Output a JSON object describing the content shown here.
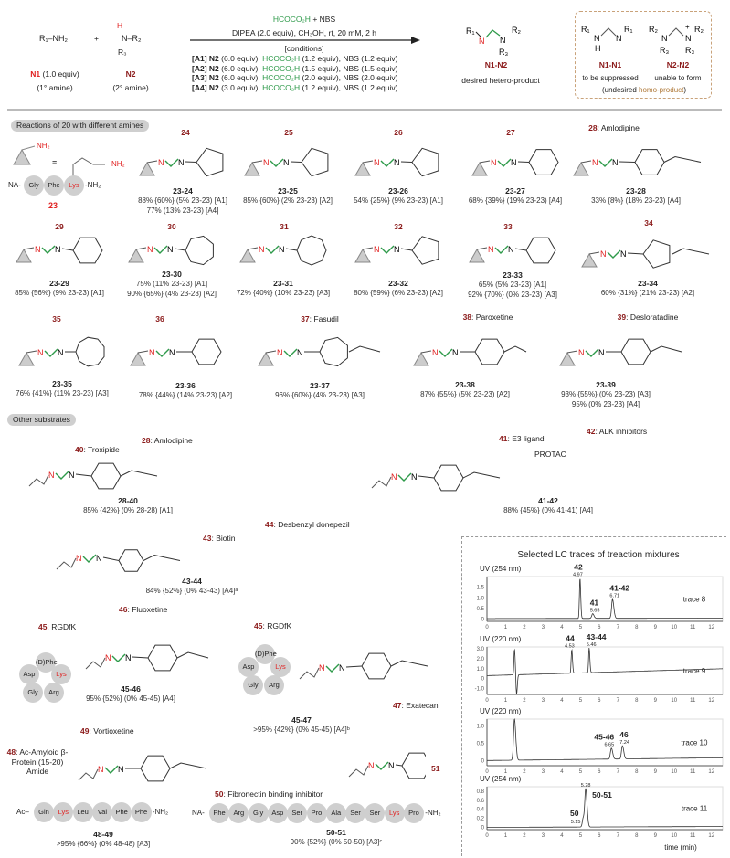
{
  "atoms": {
    "N": "N",
    "H": "H"
  },
  "header": {
    "n1": {
      "formula": "R₁–NH₂",
      "label": "N1",
      "equiv": "(1.0 equiv)",
      "type": "(1° amine)"
    },
    "plus": "+",
    "n2": {
      "h": "H",
      "formula": "N–R₂",
      "r3": "R₃",
      "label": "N2",
      "type": "(2° amine)"
    },
    "reagent_acid": "HCOCO₂H",
    "reagent_nbs": "+  NBS",
    "conditions_line": "DIPEA (2.0 equiv), CH₃OH, rt, 20 mM, 2 h",
    "conditions_title": "[conditions]",
    "conditions": [
      {
        "code": "[A1]",
        "n2": "N2",
        "n2_equiv": "(6.0 equiv),",
        "acid": "HCOCO₂H",
        "acid_equiv": "(1.2 equiv),",
        "nbs": "NBS (1.2 equiv)"
      },
      {
        "code": "[A2]",
        "n2": "N2",
        "n2_equiv": "(6.0 equiv),",
        "acid": "HCOCO₂H",
        "acid_equiv": "(1.5 equiv),",
        "nbs": "NBS (1.5 equiv)"
      },
      {
        "code": "[A3]",
        "n2": "N2",
        "n2_equiv": "(6.0 equiv),",
        "acid": "HCOCO₂H",
        "acid_equiv": "(2.0 equiv),",
        "nbs": "NBS (2.0 equiv)"
      },
      {
        "code": "[A4]",
        "n2": "N2",
        "n2_equiv": "(3.0 equiv),",
        "acid": "HCOCO₂H",
        "acid_equiv": "(1.2 equiv),",
        "nbs": "NBS (1.2 equiv)"
      }
    ],
    "product": {
      "r1": "R₁",
      "r2": "R₂",
      "r3": "R₃",
      "label": "N1-N2",
      "desc": "desired hetero-product"
    },
    "homo": {
      "n1n1_label": "N1-N1",
      "n1n1_desc": "to be suppressed",
      "n2n2_label": "N2-N2",
      "n2n2_desc": "unable to form",
      "note_open": "(undesired ",
      "note_homo": "homo-product",
      "note_close": ")",
      "plus_charge": "+"
    }
  },
  "section1": {
    "title": "Reactions of 20 with different amines",
    "substrate": {
      "num": "23",
      "equals": "≡",
      "nh2": "NH₂",
      "beads": [
        "Gly",
        "Phe",
        "Lys"
      ],
      "n_term": "NA-",
      "c_term": "-NH₂"
    },
    "compounds": [
      {
        "num": "24",
        "name": "",
        "product": "23-24",
        "yields": [
          "88% {60%} (5% 23-23) [A1]",
          "77% (13% 23-23) [A4]"
        ]
      },
      {
        "num": "25",
        "name": "",
        "product": "23-25",
        "yields": [
          "85% {60%} (2% 23-23) [A2]"
        ]
      },
      {
        "num": "26",
        "name": "",
        "product": "23-26",
        "yields": [
          "54% {25%} (9% 23-23) [A1]"
        ]
      },
      {
        "num": "27",
        "name": "",
        "product": "23-27",
        "yields": [
          "68% {39%} (19% 23-23) [A4]"
        ]
      },
      {
        "num": "28",
        "name": ": Amlodipine",
        "product": "23-28",
        "yields": [
          "33% {8%} (18% 23-23) [A4]"
        ]
      },
      {
        "num": "29",
        "name": "",
        "product": "23-29",
        "yields": [
          "85% {56%} (9% 23-23) [A1]"
        ]
      },
      {
        "num": "30",
        "name": "",
        "product": "23-30",
        "yields": [
          "75% (11% 23-23) [A1]",
          "90% {65%} (4% 23-23) [A2]"
        ]
      },
      {
        "num": "31",
        "name": "",
        "product": "23-31",
        "yields": [
          "72% {40%} (10% 23-23) [A3]"
        ]
      },
      {
        "num": "32",
        "name": "",
        "product": "23-32",
        "yields": [
          "80% {59%} (6% 23-23) [A2]"
        ]
      },
      {
        "num": "33",
        "name": "",
        "product": "23-33",
        "yields": [
          "65% (5% 23-23) [A1]",
          "92% {70%} (0% 23-23) [A3]"
        ]
      },
      {
        "num": "34",
        "name": "",
        "product": "23-34",
        "yields": [
          "60% {31%} (21% 23-23) [A2]"
        ]
      },
      {
        "num": "35",
        "name": "",
        "product": "23-35",
        "yields": [
          "76% {41%} (11% 23-23) [A3]"
        ]
      },
      {
        "num": "36",
        "name": "",
        "product": "23-36",
        "yields": [
          "78% {44%} (14% 23-23) [A2]"
        ]
      },
      {
        "num": "37",
        "name": ": Fasudil",
        "product": "23-37",
        "yields": [
          "96% {60%} (4% 23-23) [A3]"
        ]
      },
      {
        "num": "38",
        "name": ": Paroxetine",
        "product": "23-38",
        "yields": [
          "87% {55%} (5% 23-23) [A2]"
        ]
      },
      {
        "num": "39",
        "name": ": Desloratadine",
        "product": "23-39",
        "yields": [
          "93% {55%} (0% 23-23) [A3]",
          "95% (0% 23-23) [A4]"
        ]
      }
    ]
  },
  "section2": {
    "title": "Other substrates",
    "compounds": [
      {
        "labels": [
          {
            "num": "40",
            "name": ": Troxipide"
          },
          {
            "num": "28",
            "name": ": Amlodipine"
          }
        ],
        "product": "28-40",
        "yields": [
          "85% {42%} (0% 28-28) [A1]"
        ]
      },
      {
        "labels": [
          {
            "num": "41",
            "name": ": E3 ligand"
          },
          {
            "num": "42",
            "name": ": ALK inhibitors"
          }
        ],
        "extra": "PROTAC",
        "product": "41-42",
        "yields": [
          "88% {45%} (0% 41-41) [A4]"
        ]
      },
      {
        "labels": [
          {
            "num": "44",
            "name": ": Desbenzyl donepezil"
          },
          {
            "num": "43",
            "name": ": Biotin"
          }
        ],
        "product": "43-44",
        "yields": [
          "84% {52%} (0% 43-43) [A4]ᵃ"
        ]
      },
      {
        "labels": [
          {
            "num": "46",
            "name": ": Fluoxetine"
          },
          {
            "num": "45",
            "name": ": RGDfK"
          }
        ],
        "beads": [
          "(D)Phe",
          "Asp",
          "Lys",
          "Gly",
          "Arg"
        ],
        "product": "45-46",
        "yields": [
          "95% {52%} (0% 45-45) [A4]"
        ]
      },
      {
        "labels": [
          {
            "num": "45",
            "name": ": RGDfK"
          },
          {
            "num": "47",
            "name": ": Exatecan"
          }
        ],
        "beads": [
          "(D)Phe",
          "Asp",
          "Lys",
          "Gly",
          "Arg"
        ],
        "product": "45-47",
        "yields": [
          ">95% {42%} (0% 45-45) [A4]ᵇ"
        ]
      },
      {
        "labels": [
          {
            "num": "49",
            "name": ": Vortioxetine"
          },
          {
            "num": "48",
            "name": ": Ac-Amyloid β-Protein (15-20) Amide"
          }
        ],
        "n_term": "Ac–",
        "beads": [
          "Gln",
          "Lys",
          "Leu",
          "Val",
          "Phe",
          "Phe"
        ],
        "c_term": "-NH₂",
        "product": "48-49",
        "yields": [
          ">95% {66%} (0% 48-48) [A3]"
        ]
      },
      {
        "labels": [
          {
            "num": "50",
            "name": ": Fibronectin binding inhibitor"
          },
          {
            "num": "51",
            "name": ""
          }
        ],
        "n_term": "NA-",
        "beads": [
          "Phe",
          "Arg",
          "Gly",
          "Asp",
          "Ser",
          "Pro",
          "Ala",
          "Ser",
          "Ser",
          "Lys",
          "Pro"
        ],
        "c_term": "-NH₂",
        "product": "50-51",
        "yields": [
          "90% {52%} (0% 50-50) [A3]ᶜ"
        ]
      }
    ]
  },
  "chart_data": {
    "type": "line",
    "title": "Selected LC traces of treaction mixtures",
    "xlabel": "time (min)",
    "xlim": [
      0,
      12.6
    ],
    "xticks": [
      0,
      1,
      2,
      3,
      4,
      5,
      6,
      7,
      8,
      9,
      10,
      11,
      12
    ],
    "traces": [
      {
        "name": "trace 8",
        "detector": "UV (254 nm)",
        "ylim": [
          -0.1,
          2.0
        ],
        "yticks": [
          "0",
          "0.5",
          "1.0",
          "1.5"
        ],
        "ytick_values": [
          0,
          0.5,
          1.0,
          1.5
        ],
        "baseline": [
          0.03,
          0.05
        ],
        "peaks": [
          {
            "rt": 4.97,
            "height": 1.9,
            "rt_label": "4.97",
            "label": "42"
          },
          {
            "rt": 5.65,
            "height": 0.22,
            "rt_label": "5.65",
            "label": "41"
          },
          {
            "rt": 6.71,
            "height": 0.9,
            "rt_label": "6.71",
            "label": "41-42"
          }
        ]
      },
      {
        "name": "trace 9",
        "detector": "UV (220 nm)",
        "ylim": [
          -1.6,
          3.2
        ],
        "yticks": [
          "-1.0",
          "0",
          "1.0",
          "2.0",
          "3.0"
        ],
        "ytick_values": [
          -1,
          0,
          1,
          2,
          3
        ],
        "baseline": [
          0.3,
          1.0
        ],
        "peaks": [
          {
            "rt": 1.47,
            "height": 2.6,
            "rt_label": "",
            "label": ""
          },
          {
            "rt": 1.58,
            "height": -2.0,
            "rt_label": "",
            "label": ""
          },
          {
            "rt": 4.53,
            "height": 2.4,
            "rt_label": "4.53",
            "label": "44"
          },
          {
            "rt": 5.46,
            "height": 2.5,
            "rt_label": "5.46",
            "label": "43-44"
          }
        ]
      },
      {
        "name": "trace 10",
        "detector": "UV (220 nm)",
        "ylim": [
          -0.15,
          1.2
        ],
        "yticks": [
          "0",
          "0.5",
          "1.0"
        ],
        "ytick_values": [
          0,
          0.5,
          1.0
        ],
        "baseline": [
          0.0,
          0.08
        ],
        "peaks": [
          {
            "rt": 1.47,
            "height": 1.2,
            "rt_label": "",
            "label": ""
          },
          {
            "rt": 6.65,
            "height": 0.32,
            "rt_label": "6.65",
            "label": "45-46"
          },
          {
            "rt": 7.24,
            "height": 0.38,
            "rt_label": "7.24",
            "label": "46"
          }
        ]
      },
      {
        "name": "trace 11",
        "detector": "UV (254 nm)",
        "ylim": [
          -0.05,
          0.9
        ],
        "yticks": [
          "0",
          "0.2",
          "0.4",
          "0.6",
          "0.8"
        ],
        "ytick_values": [
          0,
          0.2,
          0.4,
          0.6,
          0.8
        ],
        "baseline": [
          0.0,
          0.02
        ],
        "peaks": [
          {
            "rt": 5.15,
            "height": 0.2,
            "rt_label": "5.15",
            "label": "50"
          },
          {
            "rt": 5.28,
            "height": 0.82,
            "rt_label": "5.28",
            "label": "50-51"
          }
        ]
      }
    ]
  }
}
